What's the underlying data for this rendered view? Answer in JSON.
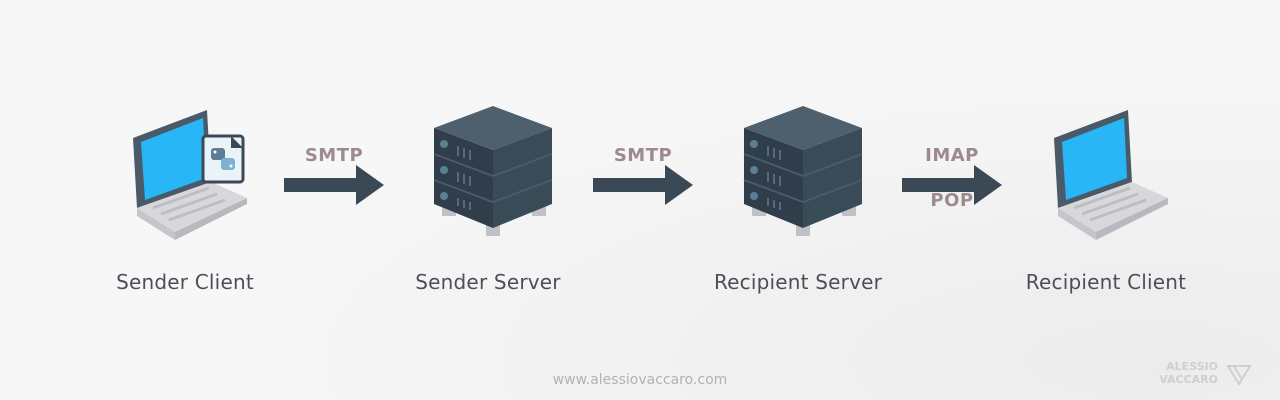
{
  "nodes": [
    {
      "label": "Sender Client",
      "icon": "laptop-python-icon"
    },
    {
      "label": "Sender Server",
      "icon": "server-icon"
    },
    {
      "label": "Recipient Server",
      "icon": "server-icon"
    },
    {
      "label": "Recipient Client",
      "icon": "laptop-icon"
    }
  ],
  "edges": [
    {
      "protocols": [
        "SMTP"
      ]
    },
    {
      "protocols": [
        "SMTP"
      ]
    },
    {
      "protocols": [
        "IMAP",
        "POP"
      ]
    }
  ],
  "footer": {
    "url": "www.alessiovaccaro.com"
  },
  "brand": {
    "line1": "ALESSIO",
    "line2": "VACCARO"
  },
  "colors": {
    "arrow": "#3b4957",
    "screen": "#29b6f6",
    "laptop_body": "#d9d9de",
    "server_dark": "#37474f",
    "protocol_text": "#9c8a90",
    "label_text": "#4b4f58"
  }
}
